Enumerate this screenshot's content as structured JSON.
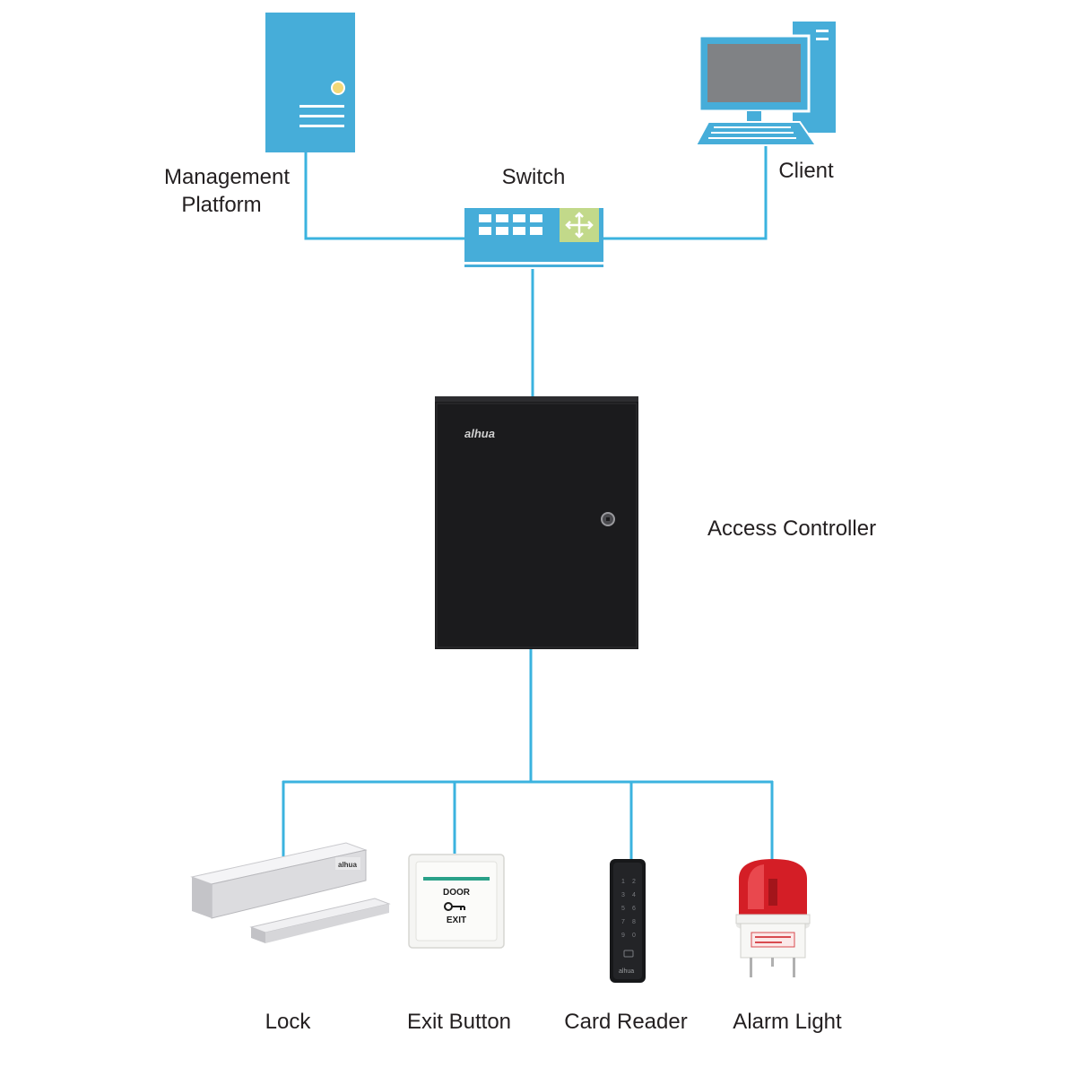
{
  "colors": {
    "connector": "#3bb3df",
    "server": "#46add9",
    "computer": "#46add9",
    "controller": "#1b1b1d",
    "switch_accent": "#c2d98a"
  },
  "labels": {
    "management_platform_line1": "Management",
    "management_platform_line2": "Platform",
    "switch": "Switch",
    "client": "Client",
    "access_controller": "Access Controller",
    "lock": "Lock",
    "exit_button": "Exit Button",
    "card_reader": "Card Reader",
    "alarm_light": "Alarm Light"
  },
  "device_text": {
    "controller_brand": "alhua",
    "lock_brand": "alhua",
    "exit_top": "DOOR",
    "exit_bottom": "EXIT"
  },
  "icons": {
    "server": "server-tower-icon",
    "client": "desktop-computer-icon",
    "switch": "network-switch-icon"
  }
}
